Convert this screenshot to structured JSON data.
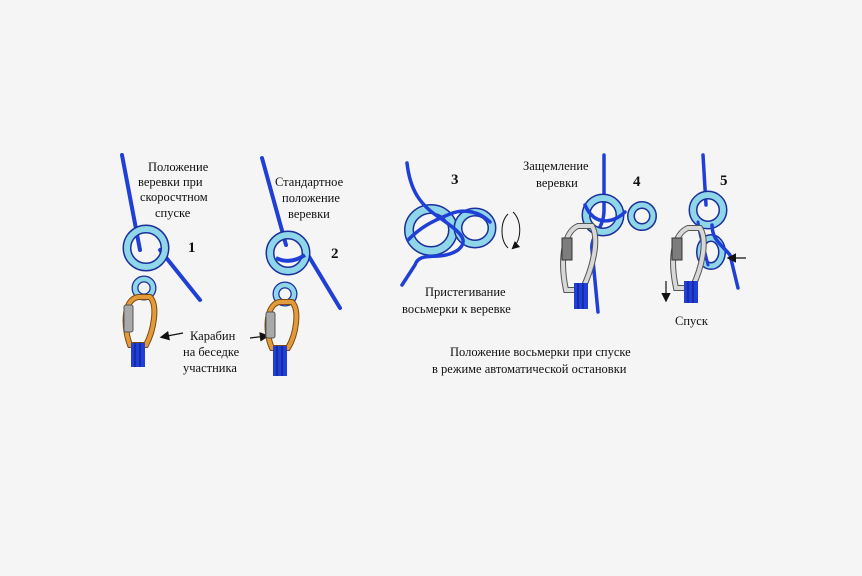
{
  "figures": [
    {
      "number": "1",
      "caption": [
        "Положение",
        "веревки при",
        "скоросчтном",
        "спуске"
      ]
    },
    {
      "number": "2",
      "caption": [
        "Стандартное",
        "положение",
        "веревки"
      ]
    },
    {
      "number": "3",
      "caption": [
        "Пристегивание",
        "восьмерки к веревке"
      ]
    },
    {
      "number": "4",
      "caption": [
        "Защемление",
        "веревки"
      ]
    },
    {
      "number": "5",
      "caption": [
        "Спуск"
      ]
    }
  ],
  "carabiner_label": [
    "Карабин",
    "на беседке",
    "участника"
  ],
  "bottom_caption": [
    "Положение восьмерки при спуске",
    "в режиме автоматической остановки"
  ],
  "colors": {
    "background": "#f5f5f5",
    "rope": "#1f3fd6",
    "ring": "#8fd6e8",
    "ring_outline": "#1a2f9c",
    "carabiner": "#e39a3a",
    "carabiner_steel": "#a9a9a9"
  },
  "icons": [
    "figure-eight-descender-icon",
    "carabiner-icon",
    "rotation-arrow-icon",
    "down-arrow-icon",
    "left-arrow-icon"
  ]
}
